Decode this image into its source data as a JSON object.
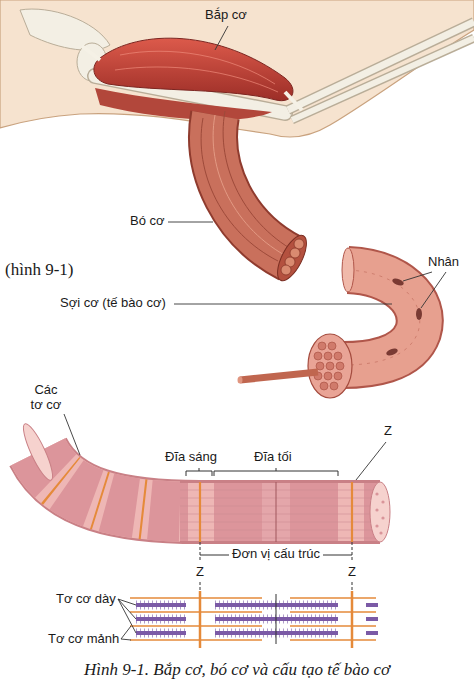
{
  "diagram": {
    "caption": "Hình 9-1. Bắp cơ, bó cơ và cấu tạo tế bào cơ",
    "labels": [
      "Bắp cơ",
      "Bó cơ",
      "(hình 9-1)",
      "Nhân",
      "Sợi cơ (tế bào cơ)",
      "Các tơ cơ",
      "Z",
      "Đĩa sáng",
      "Đĩa tối",
      "Đơn vị cấu trúc",
      "Z",
      "Z",
      "Tơ cơ dày",
      "Tơ cơ mảnh"
    ]
  }
}
